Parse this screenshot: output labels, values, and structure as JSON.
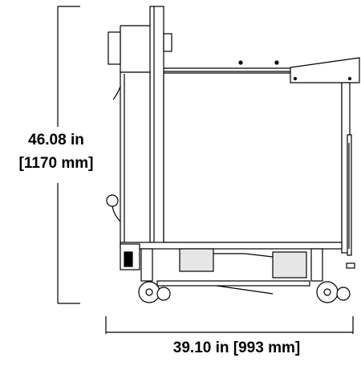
{
  "dimensions": {
    "height_imperial": "46.08 in",
    "height_metric": "[1170 mm]",
    "width_full": "39.10 in [993 mm]"
  },
  "colors": {
    "line": "#000000",
    "background": "#ffffff",
    "panel_fill": "#ffffff",
    "shade": "#e6e6e6"
  }
}
